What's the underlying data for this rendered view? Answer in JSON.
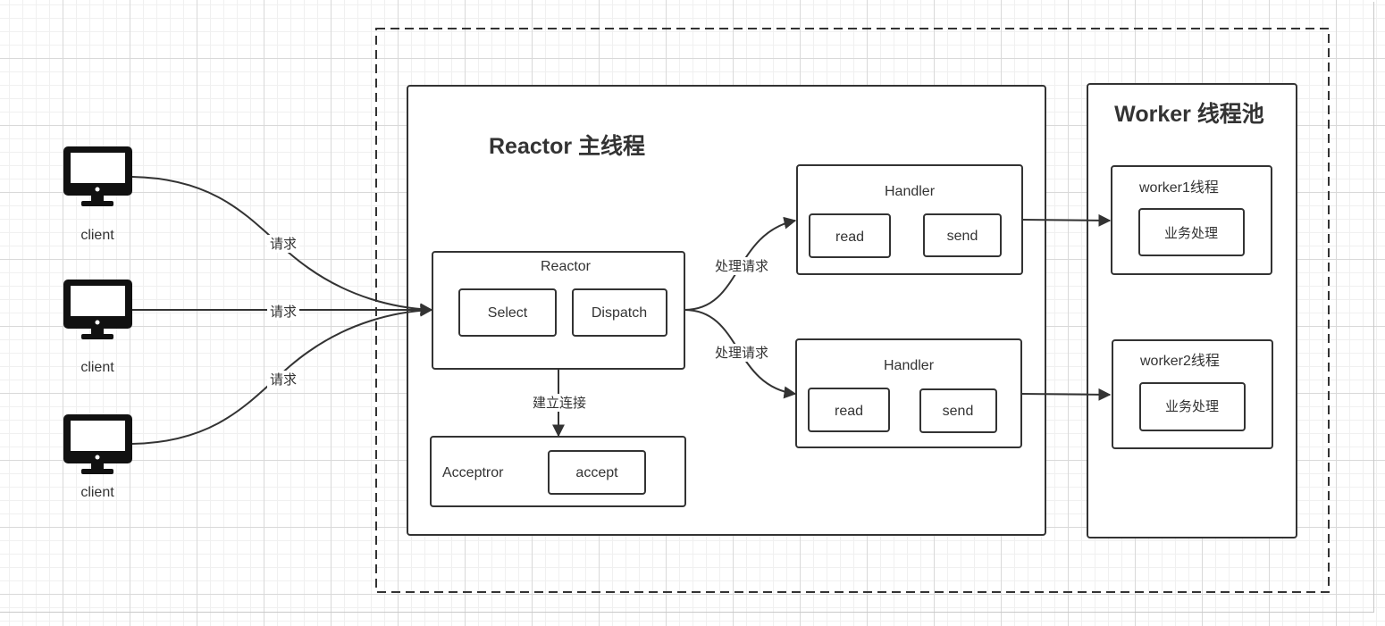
{
  "clients": [
    {
      "label": "client"
    },
    {
      "label": "client"
    },
    {
      "label": "client"
    }
  ],
  "edges": {
    "request": "请求",
    "handle_request": "处理请求",
    "establish_connection": "建立连接"
  },
  "reactor_main": {
    "title": "Reactor 主线程",
    "reactor": {
      "label": "Reactor",
      "select": "Select",
      "dispatch": "Dispatch"
    },
    "acceptor": {
      "label": "Acceptror",
      "accept": "accept"
    },
    "handlers": [
      {
        "label": "Handler",
        "read": "read",
        "send": "send"
      },
      {
        "label": "Handler",
        "read": "read",
        "send": "send"
      }
    ]
  },
  "worker_pool": {
    "title": "Worker 线程池",
    "workers": [
      {
        "label": "worker1线程",
        "task": "业务处理"
      },
      {
        "label": "worker2线程",
        "task": "业务处理"
      }
    ]
  }
}
